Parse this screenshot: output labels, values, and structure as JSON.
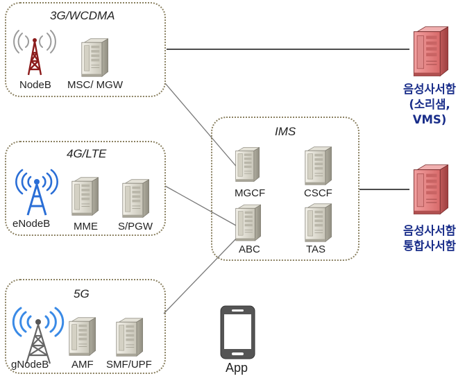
{
  "groups": {
    "wcdma": {
      "title": "3G/WCDMA",
      "nodes": [
        "NodeB",
        "MSC/ MGW"
      ]
    },
    "lte": {
      "title": "4G/LTE",
      "nodes": [
        "eNodeB",
        "MME",
        "S/PGW"
      ]
    },
    "nr": {
      "title": "5G",
      "nodes": [
        "gNodeB",
        "AMF",
        "SMF/UPF"
      ]
    },
    "ims": {
      "title": "IMS",
      "nodes": [
        "MGCF",
        "CSCF",
        "ABC",
        "TAS"
      ]
    }
  },
  "external": {
    "voicemail": [
      "음성사서함",
      "(소리샘,",
      "VMS)"
    ],
    "unified": [
      "음성사서함",
      "통합사서함"
    ]
  },
  "app": {
    "label": "App"
  },
  "colors": {
    "server_grey": "#d8d6cc",
    "server_red": "#e07a7a",
    "antenna_red": "#8b1a1a",
    "antenna_blue": "#2a6ed6",
    "antenna_grey": "#666666",
    "external_text": "#1a2e8a",
    "group_border": "#8a8060"
  }
}
